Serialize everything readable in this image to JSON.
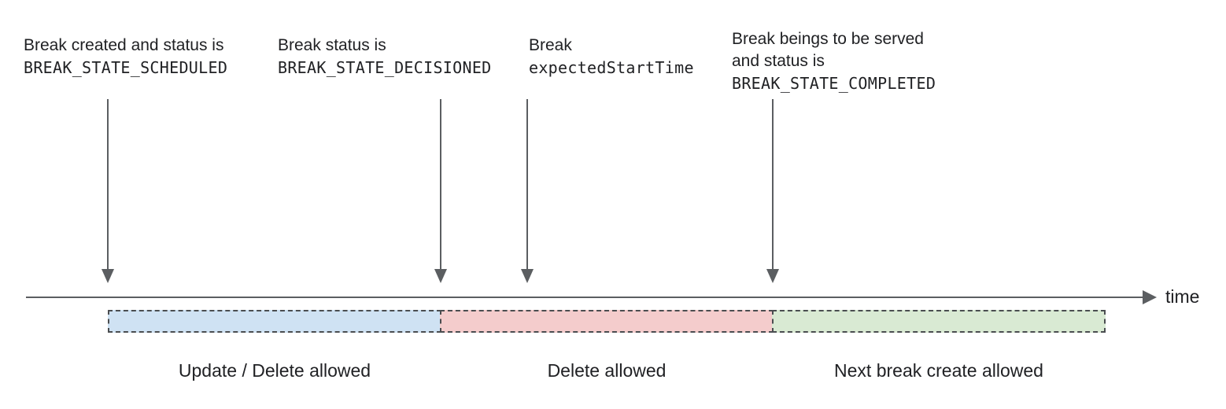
{
  "diagram": {
    "annotations": [
      {
        "line1": "Break created and status is",
        "code": "BREAK_STATE_SCHEDULED"
      },
      {
        "line1": "Break status is",
        "code": "BREAK_STATE_DECISIONED"
      },
      {
        "line1": "Break",
        "code": "expectedStartTime"
      },
      {
        "line1": "Break beings to be served",
        "line2": "and status is",
        "code": "BREAK_STATE_COMPLETED"
      }
    ],
    "timeline": {
      "label": "time"
    },
    "segments": [
      {
        "label": "Update / Delete allowed",
        "color": "#cfe2f3"
      },
      {
        "label": "Delete allowed",
        "color": "#f4cccc"
      },
      {
        "label": "Next break create allowed",
        "color": "#d9ead3"
      }
    ],
    "colors": {
      "arrow_gray": "#5b5e61",
      "dashed_border_gray": "#4a4d50",
      "text": "#202124",
      "background": "#ffffff"
    }
  }
}
